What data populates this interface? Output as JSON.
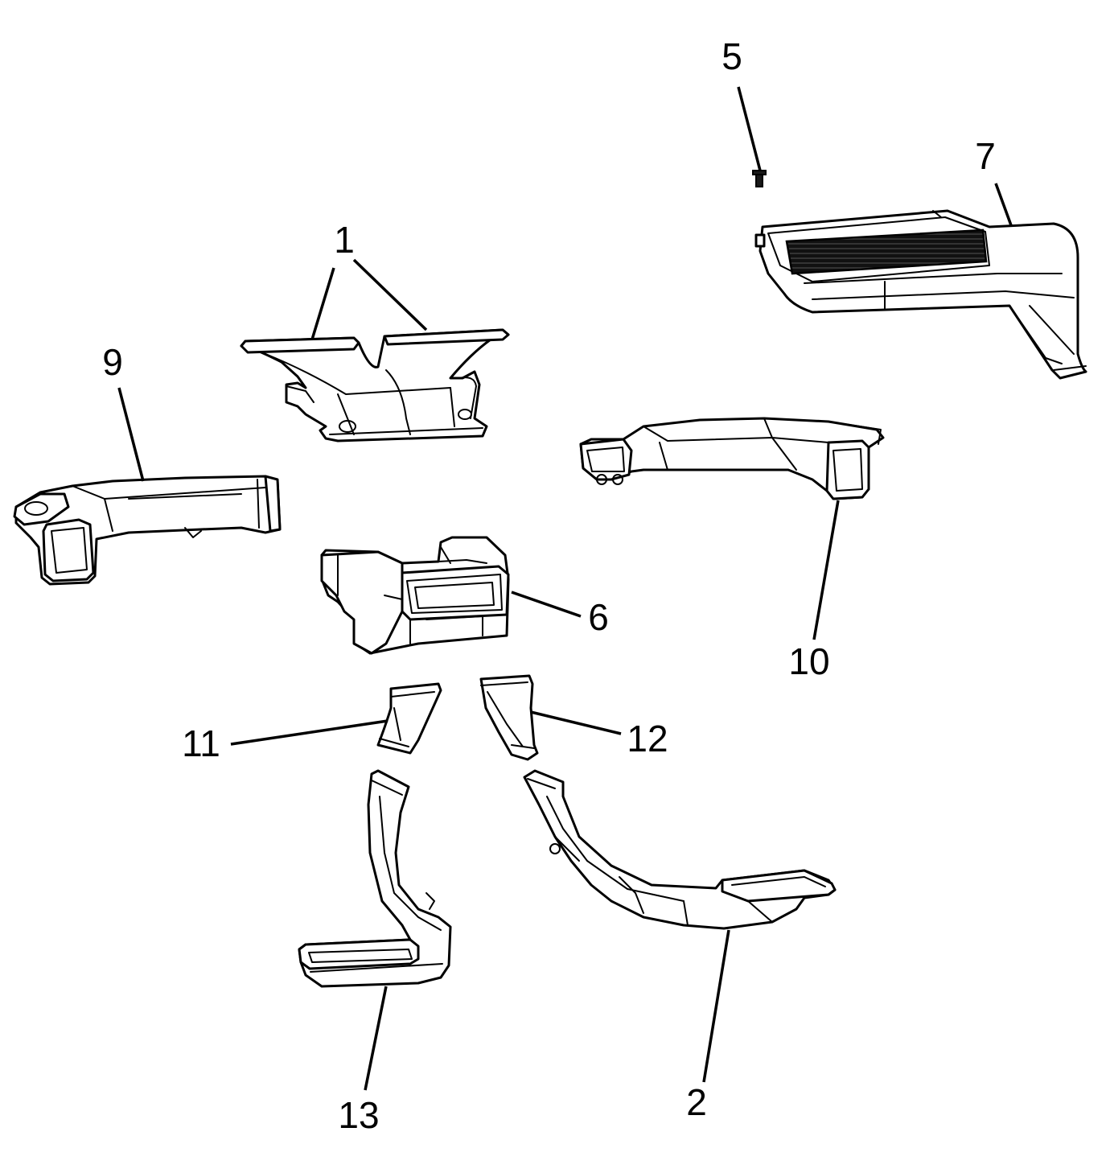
{
  "callouts": [
    {
      "id": "c1",
      "label": "1"
    },
    {
      "id": "c2",
      "label": "2"
    },
    {
      "id": "c5",
      "label": "5"
    },
    {
      "id": "c6",
      "label": "6"
    },
    {
      "id": "c7",
      "label": "7"
    },
    {
      "id": "c9",
      "label": "9"
    },
    {
      "id": "c10",
      "label": "10"
    },
    {
      "id": "c11",
      "label": "11"
    },
    {
      "id": "c12",
      "label": "12"
    },
    {
      "id": "c13",
      "label": "13"
    }
  ]
}
